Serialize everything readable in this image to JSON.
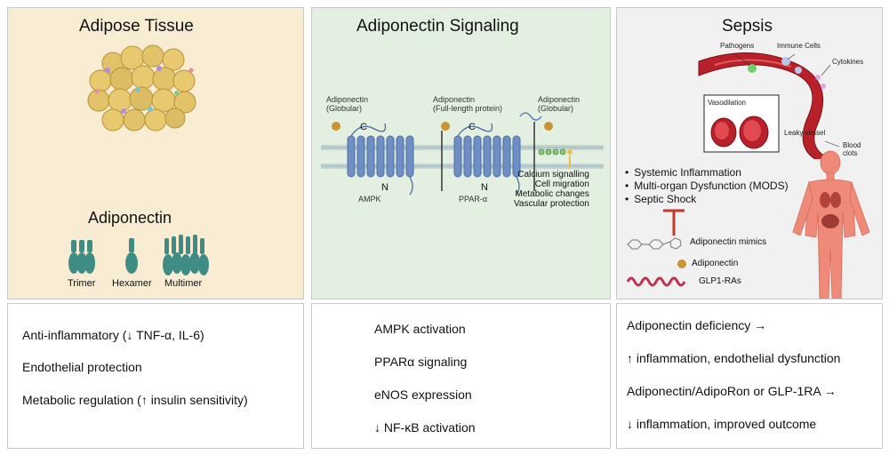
{
  "panel1": {
    "title": "Adipose Tissue",
    "subtitle": "Adiponectin",
    "forms": [
      "Trimer",
      "Hexamer",
      "Multimer"
    ]
  },
  "panel2": {
    "title": "Adiponectin Signaling",
    "label_globular_left": [
      "Adiponectin",
      "(Globular)"
    ],
    "label_full_length": [
      "Adiponectin",
      "(Full-length protein)"
    ],
    "label_globular_right": [
      "Adiponectin",
      "(Globular)"
    ],
    "receptor1": "AMPK",
    "receptor2": "PPAR-α",
    "terminal_c": "C",
    "terminal_n": "N",
    "effects": [
      "Calcium signalling",
      "Cell migration",
      "Metabolic changes",
      "Vascular protection"
    ]
  },
  "panel3": {
    "title": "Sepsis",
    "vessel_labels": {
      "pathogens": "Pathogens",
      "immune_cells": "Immune Cells",
      "cytokines": "Cytokines",
      "vasodilation": "Vasodilation",
      "leaky_vessel": "Leaky vessel",
      "blood_clots": [
        "Blood",
        "clots"
      ]
    },
    "bullets": [
      "Systemic Inflammation",
      "Multi-organ Dysfunction (MODS)",
      "Septic Shock"
    ],
    "treatments": [
      "Adiponectin mimics",
      "Adiponectin",
      "GLP1-RAs"
    ]
  },
  "box1": [
    "Anti-inflammatory (↓ TNF-α, IL-6)",
    "Endothelial protection",
    "Metabolic regulation (↑ insulin sensitivity)"
  ],
  "box2": [
    "AMPK activation",
    "PPARα signaling",
    "eNOS expression",
    "↓ NF-κB activation"
  ],
  "box3": [
    "Adiponectin deficiency →",
    "↑ inflammation, endothelial dysfunction",
    "Adiponectin/AdipoRon or GLP-1RA →",
    "↓ inflammation, improved outcome"
  ],
  "colors": {
    "adipose_bg": "#f8ecd3",
    "signaling_bg": "#e3efe1",
    "sepsis_bg": "#f1f1f1",
    "adipocyte": "#e2c36a",
    "receptor": "#6f8fc4",
    "multimer": "#3f8c84",
    "adiponectin_dot": "#c99432",
    "inhibit": "#c0392b",
    "vessel": "#b8202a"
  }
}
